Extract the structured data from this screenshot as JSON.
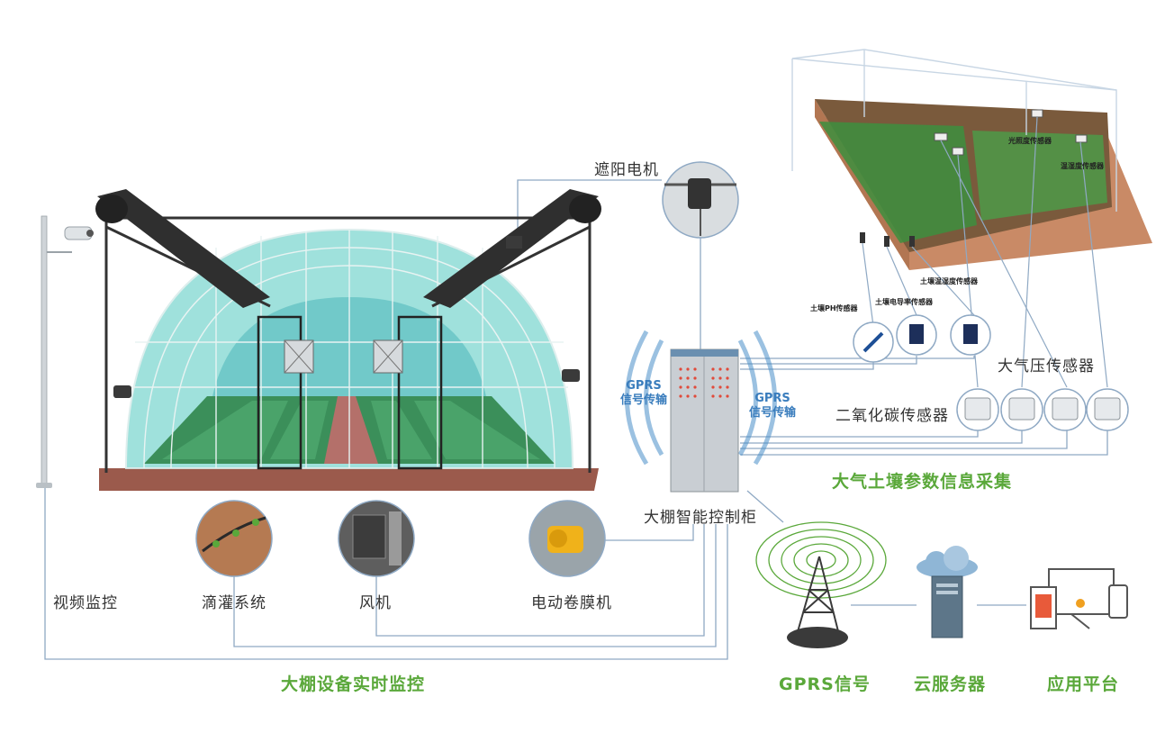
{
  "labels": {
    "shade_motor": "遮阳电机",
    "video": "视频监控",
    "drip": "滴灌系统",
    "fan": "风机",
    "film_roller": "电动卷膜机",
    "cabinet": "大棚智能控制柜",
    "gprs_left_1": "GPRS",
    "gprs_left_2": "信号传输",
    "gprs_right_1": "GPRS",
    "gprs_right_2": "信号传输",
    "air_pressure": "大气压传感器",
    "co2": "二氧化碳传感器",
    "light_sensor": "光照度传感器",
    "temp_humidity": "温湿度传感器",
    "soil_temp": "土壤温湿度传感器",
    "soil_ec": "土壤电导率传感器",
    "soil_ph": "土壤PH传感器",
    "collection_title": "大气土壤参数信息采集",
    "monitoring_title": "大棚设备实时监控",
    "gprs_signal": "GPRS信号",
    "cloud_server": "云服务器",
    "app_platform": "应用平台"
  },
  "colors": {
    "accent_green": "#5aa83a",
    "line_blue": "#8fa9c4",
    "wave_blue": "#4a90c9",
    "greenhouse_glass": "#7fd6d2",
    "soil": "#c9896a",
    "cabinet": "#c9ced3"
  }
}
